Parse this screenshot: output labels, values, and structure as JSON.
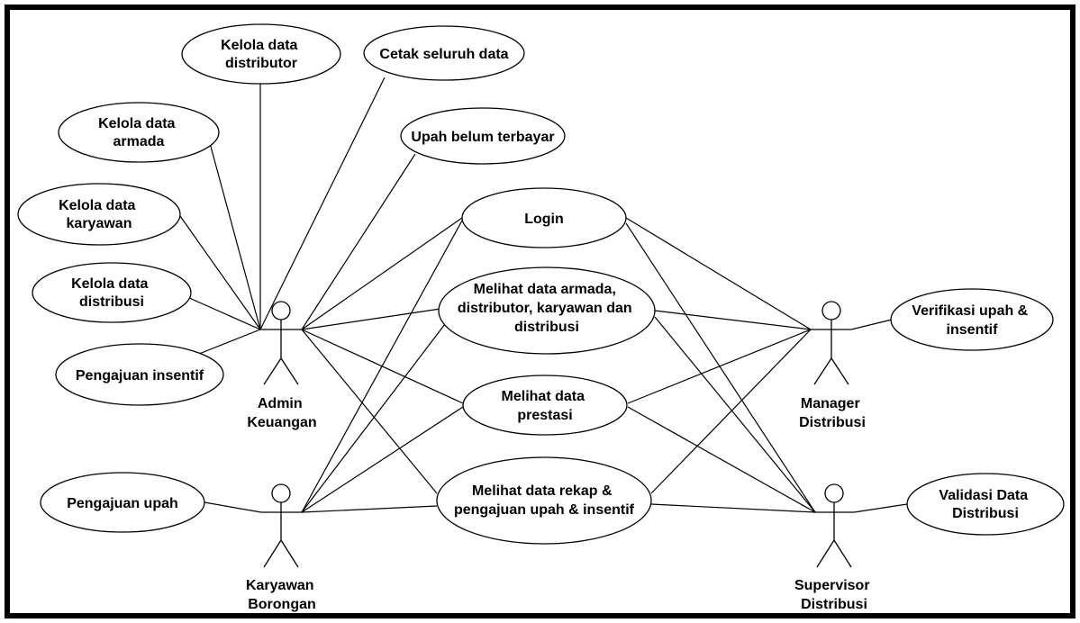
{
  "actors": {
    "admin_keuangan": [
      "Admin",
      "Keuangan"
    ],
    "karyawan_borongan": [
      "Karyawan",
      "Borongan"
    ],
    "manager_distribusi": [
      "Manager",
      "Distribusi"
    ],
    "supervisor_distribusi": [
      "Supervisor",
      "Distribusi"
    ]
  },
  "use_cases": {
    "kelola_distributor": [
      "Kelola data",
      "distributor"
    ],
    "cetak_data": [
      "Cetak seluruh data"
    ],
    "kelola_armada": [
      "Kelola data",
      "armada"
    ],
    "upah_belum": [
      "Upah belum terbayar"
    ],
    "kelola_karyawan": [
      "Kelola data",
      "karyawan"
    ],
    "login": [
      "Login"
    ],
    "kelola_distribusi": [
      "Kelola data",
      "distribusi"
    ],
    "melihat_data": [
      "Melihat data armada,",
      "distributor, karyawan dan",
      "distribusi"
    ],
    "verifikasi": [
      "Verifikasi upah &",
      "insentif"
    ],
    "pengajuan_insentif": [
      "Pengajuan insentif"
    ],
    "melihat_prestasi": [
      "Melihat data",
      "prestasi"
    ],
    "pengajuan_upah": [
      "Pengajuan upah"
    ],
    "melihat_rekap": [
      "Melihat data rekap &",
      "pengajuan upah & insentif"
    ],
    "validasi": [
      "Validasi Data",
      "Distribusi"
    ]
  }
}
